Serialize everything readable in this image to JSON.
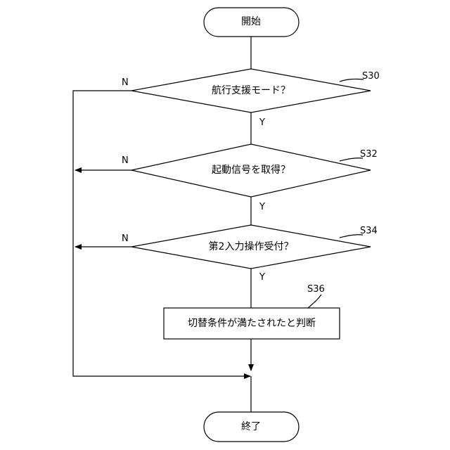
{
  "nodes": {
    "start": "開始",
    "s30": "航行支援モード？",
    "s32": "起動信号を取得？",
    "s34": "第2入力操作受付？",
    "s36": "切替条件が満たされたと判断",
    "end": "終了"
  },
  "steps": {
    "s30": "S30",
    "s32": "S32",
    "s34": "S34",
    "s36": "S36"
  },
  "branches": {
    "yes": "Y",
    "no": "N"
  }
}
